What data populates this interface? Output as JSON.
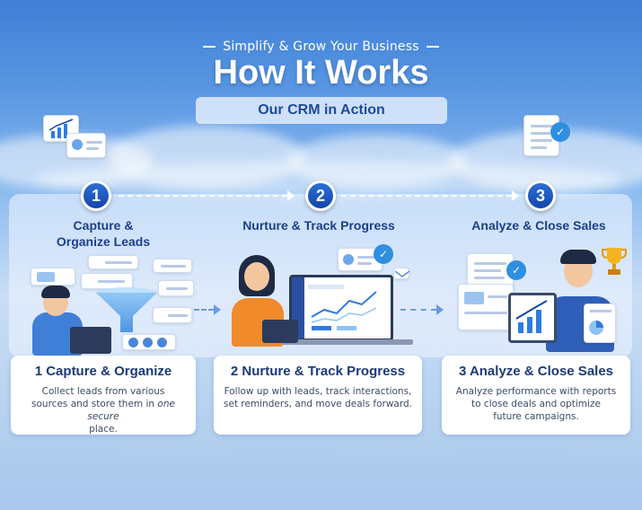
{
  "header": {
    "kicker": "Simplify & Grow Your Business",
    "title": "How It Works",
    "subtitle": "Our CRM in Action"
  },
  "steps": [
    {
      "number": "1",
      "heading_line1": "Capture &",
      "heading_line2": "Organize Leads",
      "card_title": "1 Capture & Organize",
      "card_text_a": "Collect leads from various",
      "card_text_b": "sources and store them in",
      "card_text_em": "one secure",
      "card_text_c": "place."
    },
    {
      "number": "2",
      "heading_line1": "Nurture & Track Progress",
      "card_title": "2  Nurture & Track Progress",
      "card_text_a": "Follow up with leads, track interactions,",
      "card_text_b": "set reminders, and move deals forward."
    },
    {
      "number": "3",
      "heading_line1": "Analyze & Close Sales",
      "card_title": "3 Analyze & Close Sales",
      "card_text_a": "Analyze performance with reports",
      "card_text_b": "to close deals and optimize",
      "card_text_c": "future campaigns."
    }
  ],
  "icons": {
    "top_left": "chart-and-contact-card-icon",
    "top_right": "checklist-document-icon",
    "trophy": "trophy-icon",
    "mail": "envelope-icon"
  },
  "colors": {
    "accent": "#1446a8",
    "title_text": "#ffffff",
    "heading_text": "#1d3f8a"
  }
}
